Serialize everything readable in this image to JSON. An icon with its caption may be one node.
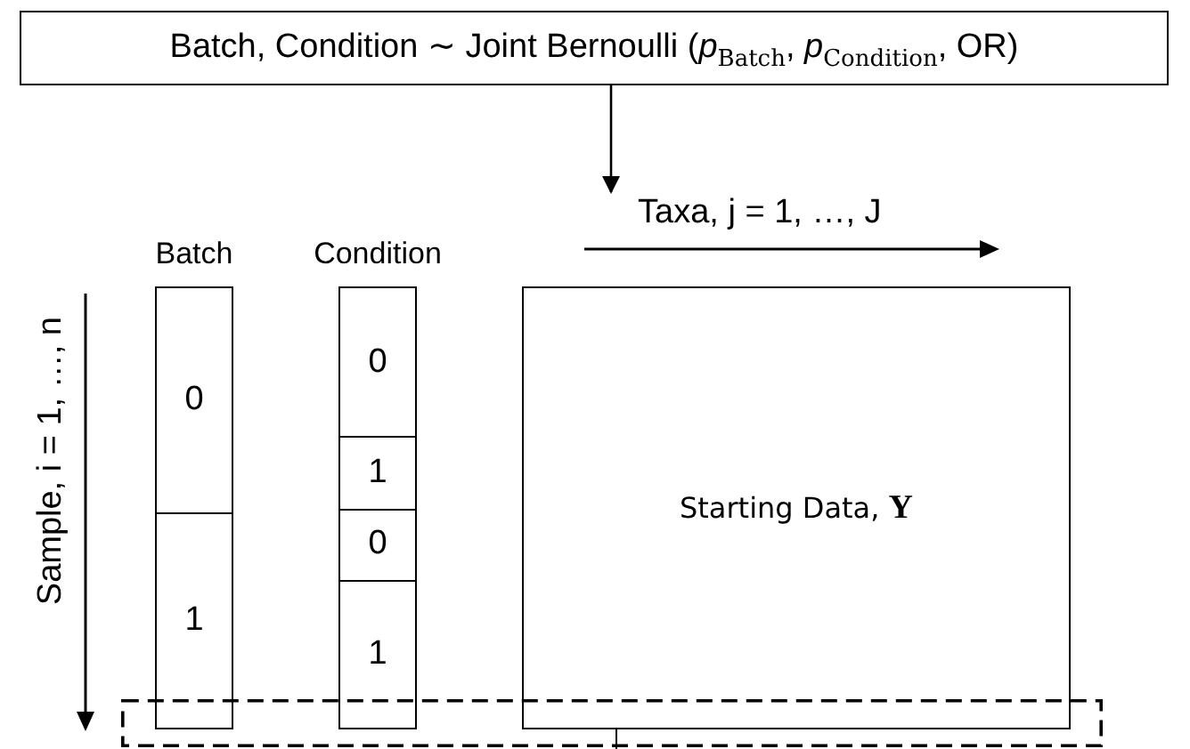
{
  "diagram": {
    "nodes": [
      {
        "text": [
          "Batch, Condition ∼ Joint Bernoulli (*p*$_{Batch}$, *p*$_{Condition}$, OR)"
        ]
      },
      {
        "text": [
          "Batch"
        ]
      },
      {
        "text": [
          "0"
        ],
        "in": 1
      },
      {
        "text": [
          "1"
        ],
        "in": 1
      },
      {
        "text": [
          "Condition"
        ]
      },
      {
        "text": [
          "0"
        ],
        "in": 4
      },
      {
        "text": [
          "1"
        ],
        "in": 4
      },
      {
        "text": [
          "0"
        ],
        "in": 4
      },
      {
        "text": [
          "1"
        ],
        "in": 4
      },
      {
        "text": [
          "Starting Data, **Y**"
        ]
      },
      {
        "text": [
          "Taxa, j = 1, …, J"
        ]
      },
      {
        "text": [],
        "shape": "box"
      }
    ],
    "edges": [
      {
        "from": 0,
        "to": 10,
        "arrow": "to"
      }
    ],
    "labels": [
      "Sample, i = 1, …, n"
    ]
  }
}
